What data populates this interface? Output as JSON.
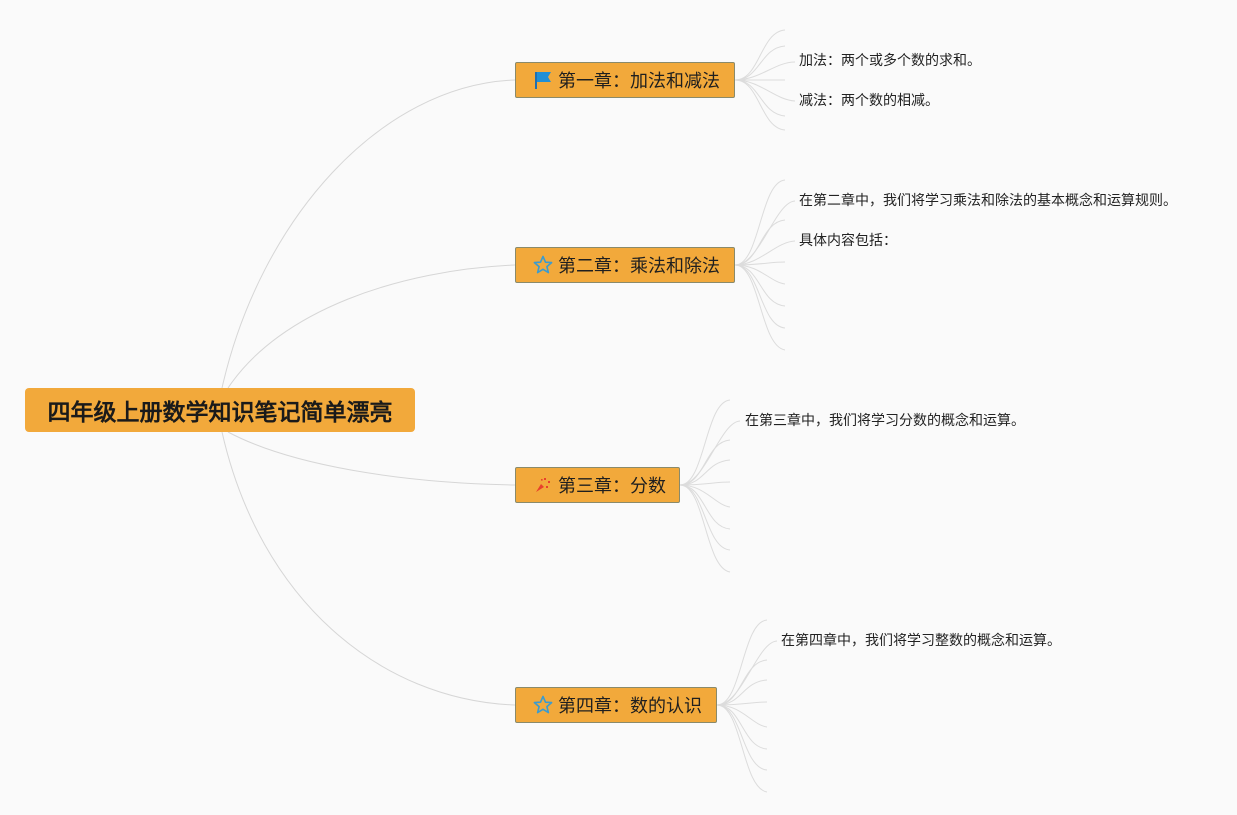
{
  "root": {
    "title": "四年级上册数学知识笔记简单漂亮"
  },
  "chapters": [
    {
      "title": "第一章：加法和减法",
      "icon": "flag-icon",
      "notes": [
        "加法：两个或多个数的求和。",
        "减法：两个数的相减。"
      ]
    },
    {
      "title": "第二章：乘法和除法",
      "icon": "star-icon",
      "notes": [
        "在第二章中，我们将学习乘法和除法的基本概念和运算规则。",
        "具体内容包括："
      ]
    },
    {
      "title": "第三章：分数",
      "icon": "party-icon",
      "notes": [
        "在第三章中，我们将学习分数的概念和运算。"
      ]
    },
    {
      "title": "第四章：数的认识",
      "icon": "star-icon",
      "notes": [
        "在第四章中，我们将学习整数的概念和运算。"
      ]
    }
  ],
  "colors": {
    "node_fill": "#f2a93b",
    "node_border": "#8a8a6a",
    "link": "#d6d6d6",
    "flag": "#1f8fd6",
    "star": "#3a9bd0",
    "party": "#e8412c"
  }
}
